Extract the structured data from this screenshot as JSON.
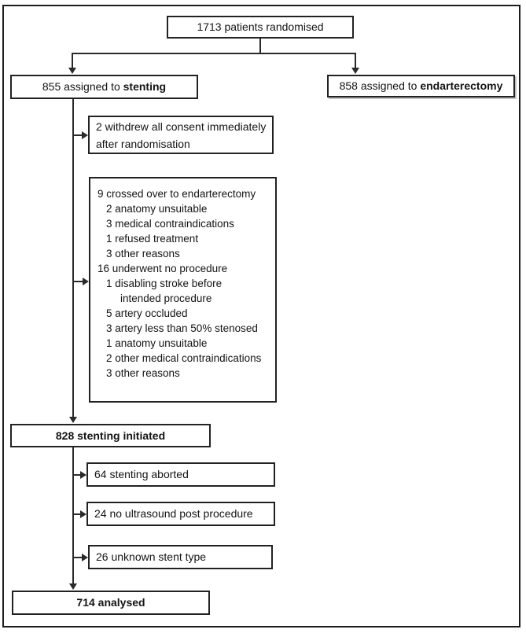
{
  "diagram": {
    "title_semantic": "CONSORT patient flow diagram - stenting arm",
    "colors": {
      "background": "#ffffff",
      "border": "#222222",
      "line": "#2a2a2a",
      "text": "#141414",
      "shadow": "#c4c4c4"
    },
    "top": {
      "label": "1713 patients randomised"
    },
    "arm_left": {
      "prefix": "855 assigned to ",
      "bold": "stenting"
    },
    "arm_right": {
      "prefix": "858 assigned to ",
      "bold": "endarterectomy"
    },
    "withdrew": {
      "label": "2 withdrew all consent immediately\nafter randomisation"
    },
    "exclusions": {
      "lines": [
        {
          "indent": 0,
          "text": "9 crossed over to endarterectomy"
        },
        {
          "indent": 1,
          "text": "2 anatomy unsuitable"
        },
        {
          "indent": 1,
          "text": "3 medical contraindications"
        },
        {
          "indent": 1,
          "text": "1 refused treatment"
        },
        {
          "indent": 1,
          "text": "3 other reasons"
        },
        {
          "indent": 0,
          "text": "16 underwent no procedure"
        },
        {
          "indent": 1,
          "text": "1 disabling stroke before"
        },
        {
          "indent": 2,
          "text": "intended procedure"
        },
        {
          "indent": 1,
          "text": "5 artery occluded"
        },
        {
          "indent": 1,
          "text": "3 artery less than 50% stenosed"
        },
        {
          "indent": 1,
          "text": "1 anatomy unsuitable"
        },
        {
          "indent": 1,
          "text": "2 other medical contraindications"
        },
        {
          "indent": 1,
          "text": "3 other reasons"
        }
      ]
    },
    "initiated": {
      "label": "828 stenting initiated"
    },
    "aborted": {
      "label": "64 stenting aborted"
    },
    "no_ultrasound": {
      "label": "24 no ultrasound post procedure"
    },
    "unknown_stent": {
      "label": "26 unknown stent type"
    },
    "analysed": {
      "label": "714 analysed"
    }
  }
}
